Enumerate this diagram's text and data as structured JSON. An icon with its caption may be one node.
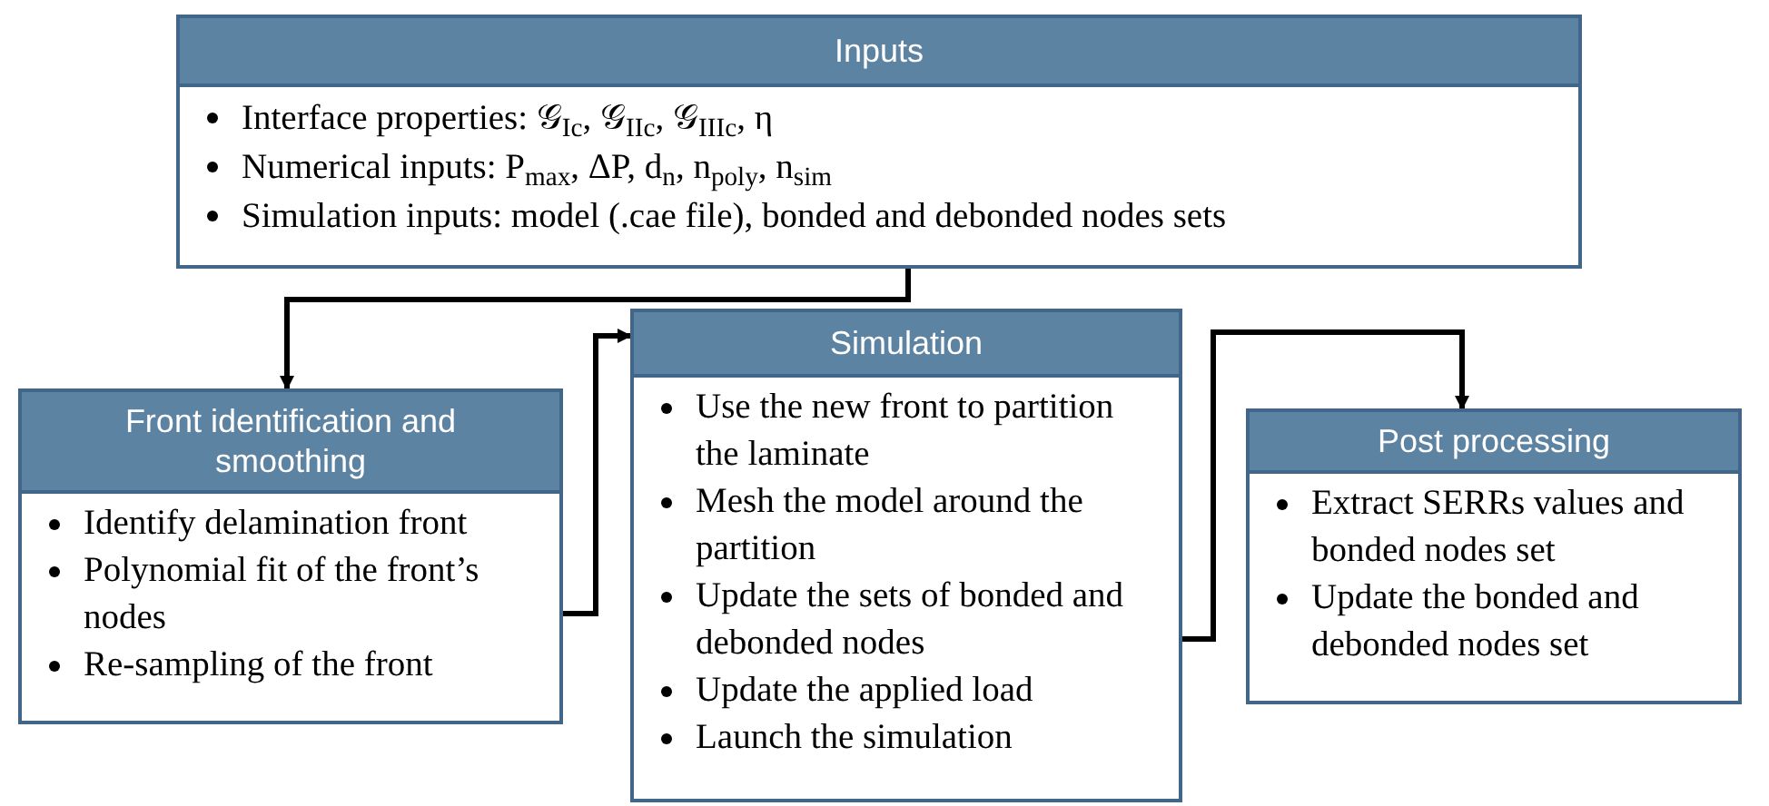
{
  "diagram": {
    "nodes": [
      {
        "text": [
          "Inputs",
          "Interface properties: 𝒢$_{Ic}$, 𝒢$_{IIc}$, 𝒢$_{IIIc}$, η",
          "Numerical inputs: P$_{max}$, ΔP, d$_{n}$, n$_{poly}$, n$_{sim}$",
          "Simulation inputs: model (.cae file), bonded and debonded nodes sets"
        ]
      },
      {
        "text": [
          "Front identification and smoothing",
          "Identify delamination front",
          "Polynomial fit of the front’s nodes",
          "Re-sampling of the front"
        ]
      },
      {
        "text": [
          "Simulation",
          "Use the new front to partition the laminate",
          "Mesh the model around the partition",
          "Update the sets of bonded and debonded nodes",
          "Update the applied load",
          "Launch the simulation"
        ]
      },
      {
        "text": [
          "Post processing",
          "Extract SERRs values and bonded nodes set",
          "Update the bonded and debonded nodes set"
        ]
      }
    ],
    "edges": [
      {
        "from": 0,
        "to": 1,
        "arrow": "to"
      },
      {
        "from": 1,
        "to": 2,
        "arrow": "to"
      },
      {
        "from": 2,
        "to": 3,
        "arrow": "to"
      }
    ]
  }
}
